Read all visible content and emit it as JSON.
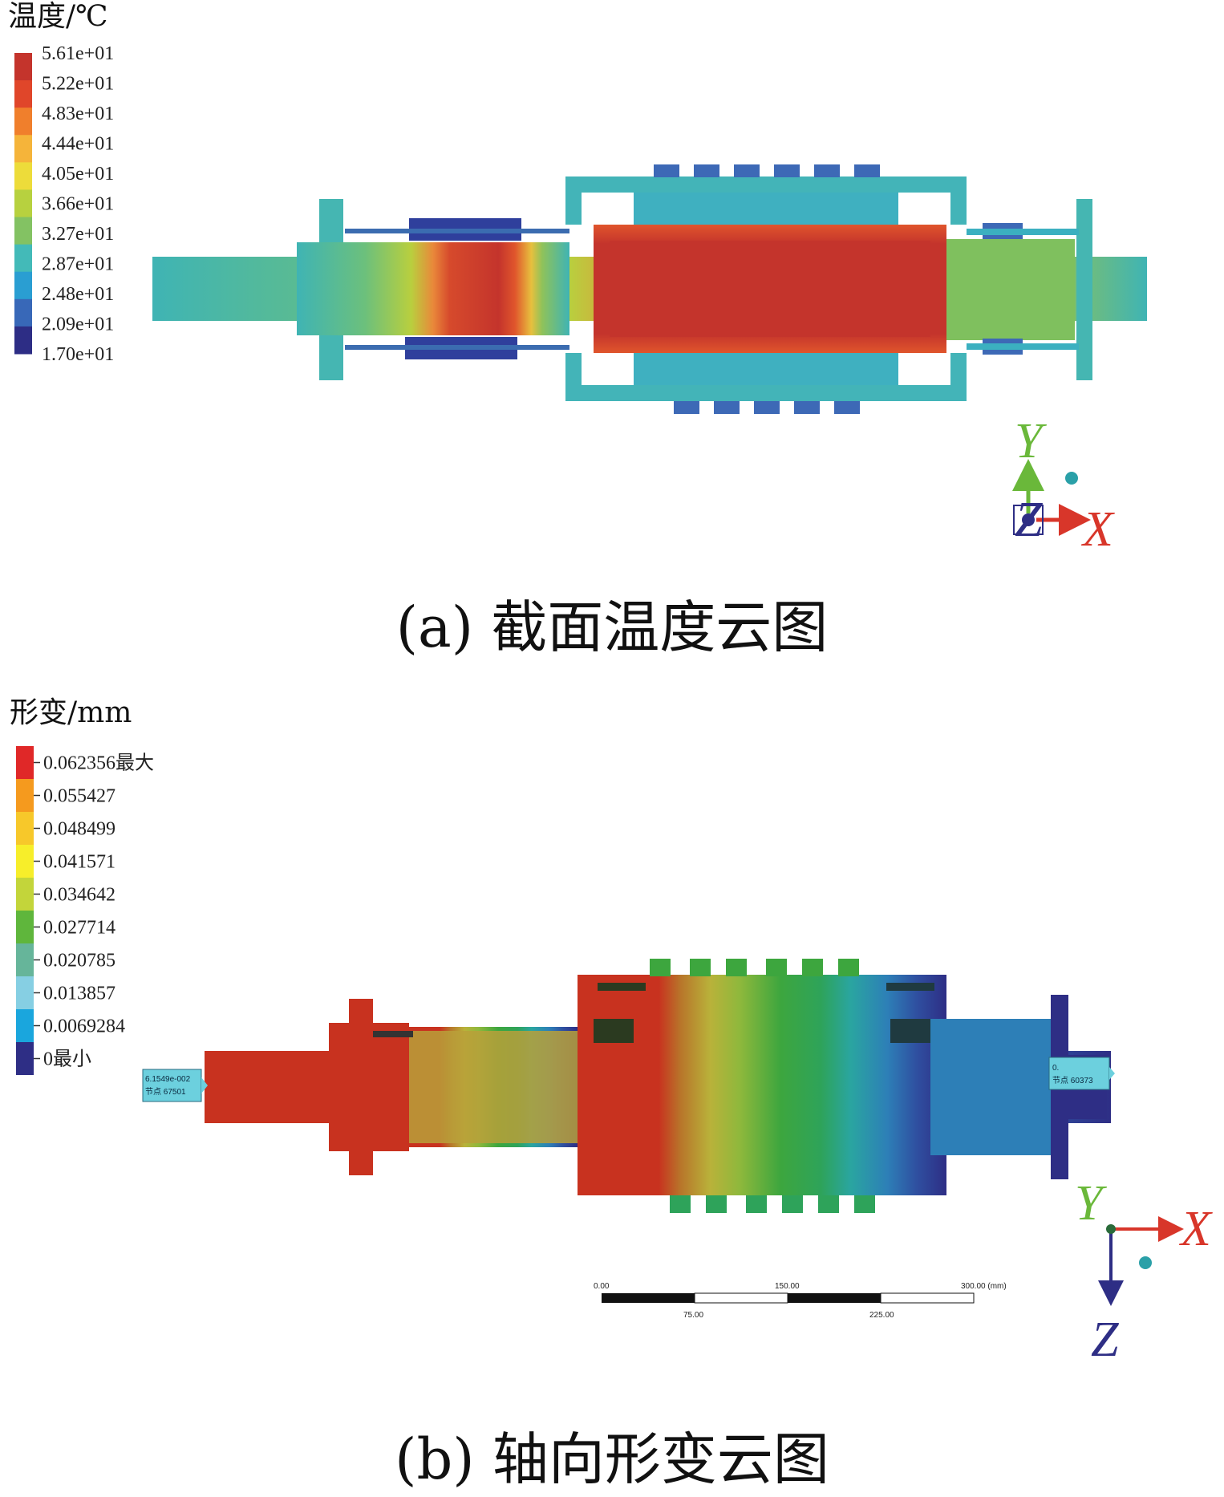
{
  "panel_a": {
    "legend_title": "温度/℃",
    "legend_values": [
      "5.61e+01",
      "5.22e+01",
      "4.83e+01",
      "4.44e+01",
      "4.05e+01",
      "3.66e+01",
      "3.27e+01",
      "2.87e+01",
      "2.48e+01",
      "2.09e+01",
      "1.70e+01"
    ],
    "legend_colors": [
      "#c4342c",
      "#e0462a",
      "#f07f2c",
      "#f5b43a",
      "#eddc3a",
      "#b7d13f",
      "#83c263",
      "#43bab8",
      "#2a9ed2",
      "#3868b8",
      "#2d2d85"
    ],
    "caption": "(a)  截面温度云图",
    "axis": {
      "y": "Y",
      "z": "Z",
      "x": "X"
    }
  },
  "panel_b": {
    "legend_title": "形变/mm",
    "legend_values": [
      "0.062356最大",
      "0.055427",
      "0.048499",
      "0.041571",
      "0.034642",
      "0.027714",
      "0.020785",
      "0.013857",
      "0.0069284",
      "0最小"
    ],
    "legend_colors": [
      "#e02828",
      "#f59a1e",
      "#f7c82a",
      "#f7ee2a",
      "#c3d53a",
      "#5fb63c",
      "#66b59a",
      "#86cfe3",
      "#1aa6dd",
      "#2e2e85"
    ],
    "probe_max": {
      "line1": "6.1549e-002",
      "line2": "节点 67501"
    },
    "probe_min": {
      "line1": "0.",
      "line2": "节点 60373"
    },
    "scale_bar": {
      "top": [
        "0.00",
        "150.00",
        "300.00 (mm)"
      ],
      "bottom": [
        "75.00",
        "225.00"
      ]
    },
    "caption": "(b)  轴向形变云图",
    "axis": {
      "y": "Y",
      "z": "Z",
      "x": "X"
    }
  },
  "colors": {
    "axis_y": "#6ab83a",
    "axis_x": "#d8362a",
    "axis_z": "#2e2e85",
    "triad_dot": "#2aa0a8"
  }
}
